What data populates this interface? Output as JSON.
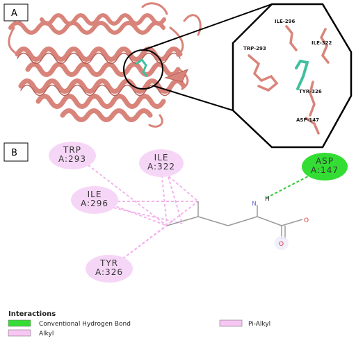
{
  "panels": {
    "a_label": "A",
    "b_label": "B"
  },
  "panel_a": {
    "residues": [
      "ILE-296",
      "ILE-322",
      "TRP-293",
      "TYR-326",
      "ASP-147"
    ]
  },
  "panel_b": {
    "residues": [
      {
        "name": "TRP",
        "chain": "A:293"
      },
      {
        "name": "ILE",
        "chain": "A:322"
      },
      {
        "name": "ILE",
        "chain": "A:296"
      },
      {
        "name": "TYR",
        "chain": "A:326"
      },
      {
        "name": "ASP",
        "chain": "A:147"
      }
    ],
    "atoms": {
      "nitrogen": "N",
      "hydrogen": "H",
      "oxygen_1": "O",
      "oxygen_2": "O"
    }
  },
  "legend": {
    "title": "Interactions",
    "items": [
      {
        "label": "Conventional Hydrogen Bond",
        "color": "#33dd33"
      },
      {
        "label": "Alkyl",
        "color": "#f7c6f2"
      },
      {
        "label": "Pi-Alkyl",
        "color": "#f7c6f2"
      }
    ]
  },
  "colors": {
    "protein": "#d9847a",
    "protein_dark": "#b5625a",
    "ligand": "#3fbf9f",
    "alkyl_line": "#f3b4ee",
    "hbond_line": "#33cc33",
    "residue_bubble": "#f6d6f6",
    "hbond_bubble": "#33dd33"
  }
}
